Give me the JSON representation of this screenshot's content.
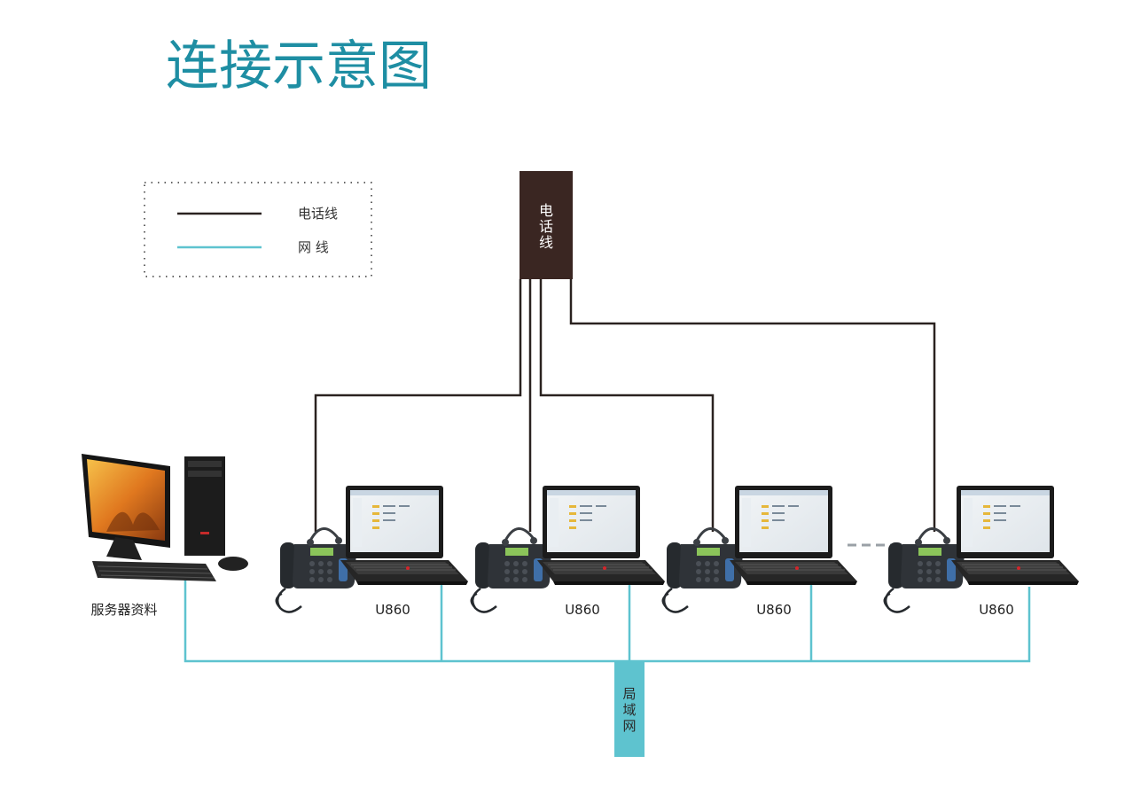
{
  "title": "连接示意图",
  "legend": {
    "phone_line_label": "电话线",
    "network_line_label": "网 线"
  },
  "phone_line_box_label": [
    "电",
    "话",
    "线"
  ],
  "lan_box_label": [
    "局",
    "域",
    "网"
  ],
  "server_label": "服务器资料",
  "stations": [
    {
      "label": "U860"
    },
    {
      "label": "U860"
    },
    {
      "label": "U860"
    },
    {
      "label": "U860"
    }
  ],
  "colors": {
    "title": "#1e8ea3",
    "phone_line": "#2a2220",
    "phone_box": "#3a2622",
    "network_line": "#5ec3cf",
    "lan_box": "#5ec3cf"
  }
}
